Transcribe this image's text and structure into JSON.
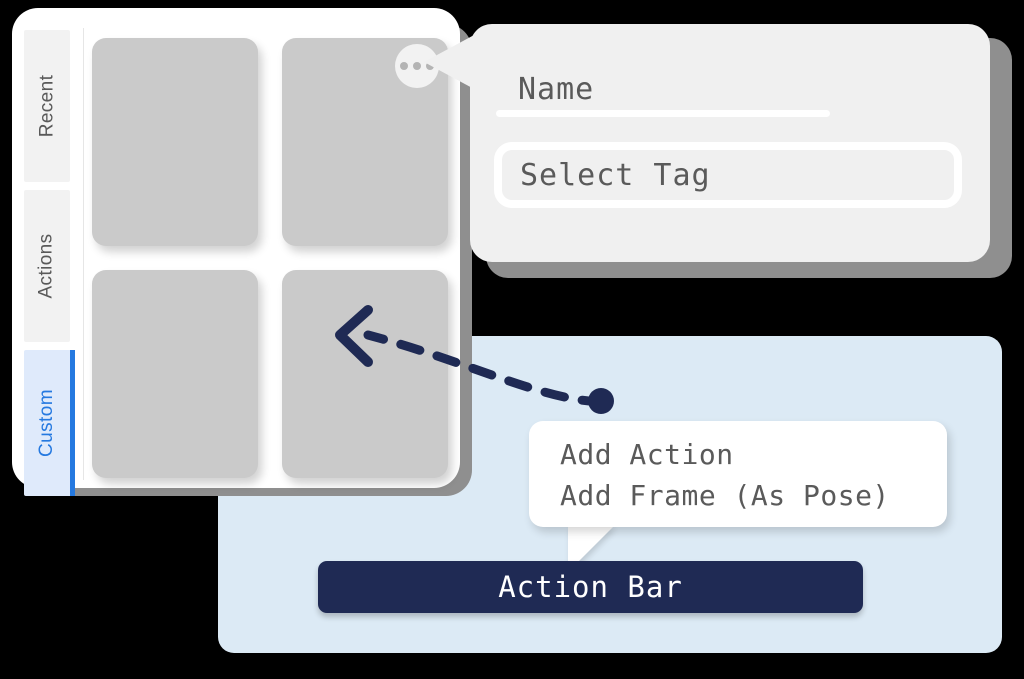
{
  "sidebar": {
    "tabs": [
      {
        "label": "Recent",
        "active": false
      },
      {
        "label": "Actions",
        "active": false
      },
      {
        "label": "Custom",
        "active": true
      }
    ],
    "active_color": "#2579e0",
    "active_bg": "#dfeafb",
    "inactive_bg": "#f2f2f2",
    "inactive_text": "#595959"
  },
  "library": {
    "panel_bg": "#ffffff",
    "card_color": "#cacaca",
    "cards": [
      {
        "index": 1,
        "menu": false
      },
      {
        "index": 2,
        "menu": true
      },
      {
        "index": 3,
        "menu": false
      },
      {
        "index": 4,
        "menu": false
      }
    ],
    "card_menu_icon": "ellipsis-icon"
  },
  "popover": {
    "bg": "#f0f0f0",
    "name_field": {
      "label": "Name",
      "value": "",
      "placeholder": ""
    },
    "tag_field": {
      "value": "Select Tag",
      "placeholder": "Select Tag"
    }
  },
  "blue_panel": {
    "bg": "#dceaf5",
    "action_bar": {
      "label": "Action Bar",
      "bg": "#1f2a54",
      "text_color": "#ffffff"
    },
    "menu": {
      "items": [
        "Add Action",
        "Add Frame (As Pose)"
      ]
    }
  },
  "annotation": {
    "arrow_color": "#1f2a54",
    "style": "dashed-curved",
    "direction": "right-to-left",
    "start_marker": "dot",
    "end_marker": "arrowhead"
  }
}
